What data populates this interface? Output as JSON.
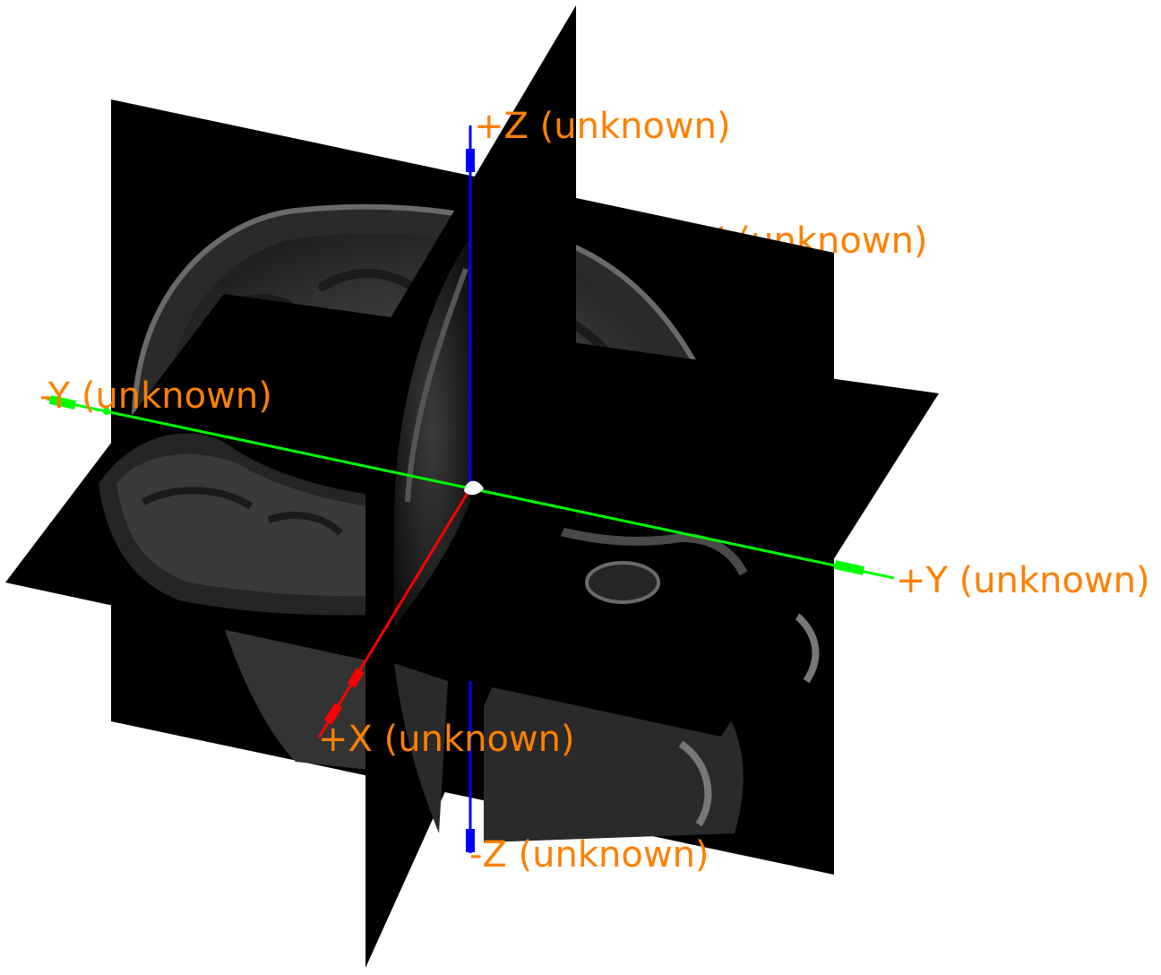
{
  "viewer": {
    "background": "#ffffff",
    "label_color": "#ff8000",
    "axis_colors": {
      "x": "#ff0000",
      "y": "#00ff00",
      "z": "#0000ff"
    },
    "labels": {
      "plus_z": "+Z (unknown)",
      "minus_z": "-Z (unknown)",
      "plus_y": "+Y (unknown)",
      "minus_y": "-Y (unknown)",
      "plus_x": "+X (unknown)",
      "minus_x": "-X (unknown)"
    },
    "slices": [
      "sagittal",
      "coronal",
      "axial"
    ],
    "origin_marker": "white-dot"
  }
}
